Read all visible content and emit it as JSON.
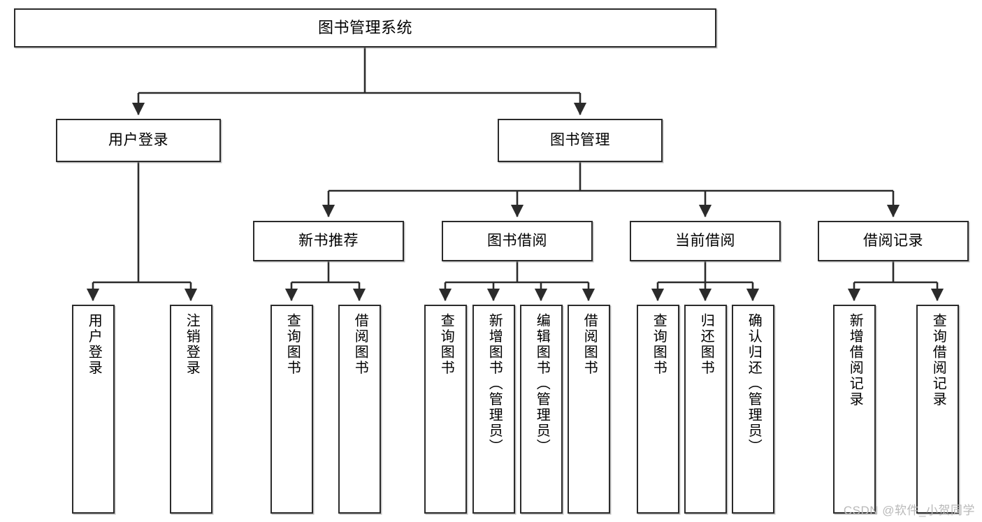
{
  "diagram": {
    "type": "tree-hierarchy-chart",
    "title": "图书管理系统",
    "root": {
      "label": "图书管理系统"
    },
    "level2": [
      {
        "id": "user-login",
        "label": "用户登录"
      },
      {
        "id": "book-management",
        "label": "图书管理"
      }
    ],
    "level3": [
      {
        "id": "new-book-recommend",
        "label": "新书推荐",
        "parent": "book-management"
      },
      {
        "id": "book-borrow",
        "label": "图书借阅",
        "parent": "book-management"
      },
      {
        "id": "current-borrow",
        "label": "当前借阅",
        "parent": "book-management"
      },
      {
        "id": "borrow-record",
        "label": "借阅记录",
        "parent": "book-management"
      }
    ],
    "leaves": [
      {
        "id": "leaf-user-login",
        "label": "用户登录",
        "parent": "user-login"
      },
      {
        "id": "leaf-logout-login",
        "label": "注销登录",
        "parent": "user-login"
      },
      {
        "id": "leaf-query-book-1",
        "label": "查询图书",
        "parent": "new-book-recommend"
      },
      {
        "id": "leaf-borrow-book-1",
        "label": "借阅图书",
        "parent": "new-book-recommend"
      },
      {
        "id": "leaf-query-book-2",
        "label": "查询图书",
        "parent": "book-borrow"
      },
      {
        "id": "leaf-add-book",
        "label": "新增图书（管理员）",
        "parent": "book-borrow"
      },
      {
        "id": "leaf-edit-book",
        "label": "编辑图书（管理员）",
        "parent": "book-borrow"
      },
      {
        "id": "leaf-borrow-book-2",
        "label": "借阅图书",
        "parent": "book-borrow"
      },
      {
        "id": "leaf-query-book-3",
        "label": "查询图书",
        "parent": "current-borrow"
      },
      {
        "id": "leaf-return-book",
        "label": "归还图书",
        "parent": "current-borrow"
      },
      {
        "id": "leaf-confirm-return",
        "label": "确认归还（管理员）",
        "parent": "current-borrow"
      },
      {
        "id": "leaf-add-record",
        "label": "新增借阅记录",
        "parent": "borrow-record"
      },
      {
        "id": "leaf-query-record",
        "label": "查询借阅记录",
        "parent": "borrow-record"
      }
    ],
    "colors": {
      "stroke": "#2b2b2b",
      "fill": "#ffffff",
      "text": "#000000",
      "watermark": "#b9b9b9"
    }
  },
  "watermark": {
    "text": "CSDN @软件_小贺同学"
  }
}
